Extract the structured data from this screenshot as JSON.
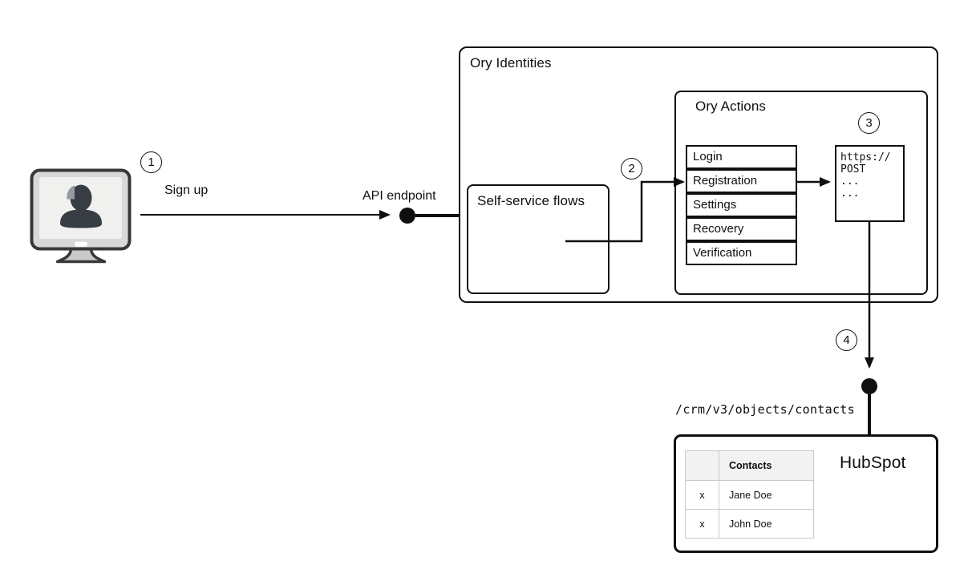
{
  "steps": [
    "1",
    "2",
    "3",
    "4"
  ],
  "user": {
    "device_icon": "monitor-user-icon",
    "action_label": "Sign up"
  },
  "api_endpoint_label": "API endpoint",
  "ory_identities": {
    "title": "Ory Identities",
    "self_service_flows": {
      "title": "Self-service flows"
    },
    "ory_actions": {
      "title": "Ory Actions",
      "flows": [
        "Login",
        "Registration",
        "Settings",
        "Recovery",
        "Verification"
      ],
      "webhook": {
        "code_lines": [
          "https://",
          "POST",
          "...",
          "..."
        ]
      }
    }
  },
  "hubspot": {
    "endpoint_path": "/crm/v3/objects/contacts",
    "title": "HubSpot",
    "contacts_table": {
      "header": "Contacts",
      "rows": [
        {
          "mark": "x",
          "name": "Jane Doe"
        },
        {
          "mark": "x",
          "name": "John Doe"
        }
      ]
    }
  },
  "colors": {
    "line": "#0f0f0f",
    "box_border": "#0f0f0f",
    "table_border": "#c9c9c9",
    "table_header_bg": "#f2f2f2",
    "monitor_body": "#d8d8d8",
    "monitor_screen": "#f0f0ee",
    "monitor_silhouette": "#383d43",
    "monitor_stand": "#c9c9c9"
  }
}
